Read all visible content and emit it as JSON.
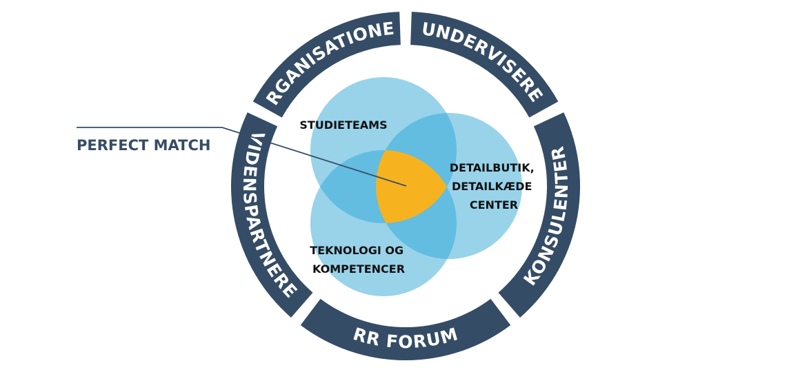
{
  "colors": {
    "ring": "#354c66",
    "ring_text": "#ffffff",
    "circle": "#98d3ea",
    "circle_overlap": "#62bde1",
    "center": "#f6b31f",
    "callout": "#354c66",
    "label": "#111111"
  },
  "ring": {
    "segments": [
      {
        "label": "ORGANISATIONER"
      },
      {
        "label": "UNDERVISERE"
      },
      {
        "label": "KONSULENTER"
      },
      {
        "label": "RR FORUM"
      },
      {
        "label": "VIDENSPARTNERE"
      }
    ]
  },
  "venn": {
    "circles": [
      {
        "lines": [
          "STUDIETEAMS"
        ]
      },
      {
        "lines": [
          "DETAILBUTIK,",
          "DETAILKÆDE",
          "CENTER"
        ]
      },
      {
        "lines": [
          "TEKNOLOGI OG",
          "KOMPETENCER"
        ]
      }
    ],
    "center_label": "PERFECT MATCH"
  }
}
